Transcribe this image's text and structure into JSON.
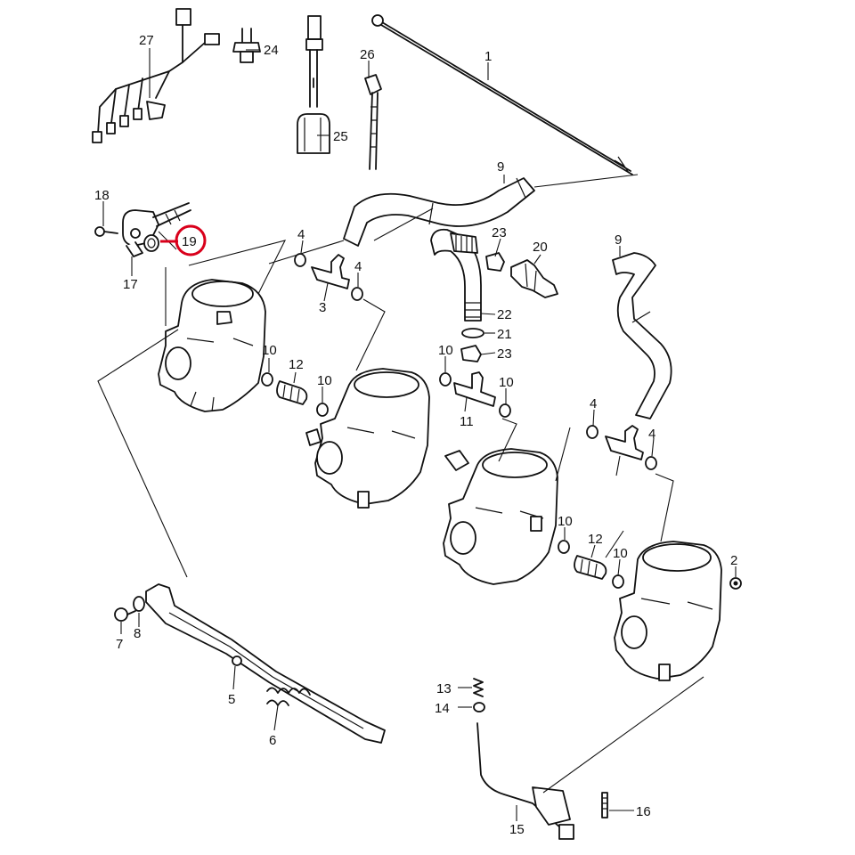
{
  "diagram": {
    "highlight_color": "#d9001b",
    "line_color": "#111111",
    "callouts": {
      "p1": "1",
      "p2": "2",
      "p3": "3",
      "p4a": "4",
      "p4b": "4",
      "p4c": "4",
      "p4d": "4",
      "p5": "5",
      "p6": "6",
      "p7": "7",
      "p8": "8",
      "p9a": "9",
      "p9b": "9",
      "p10a": "10",
      "p10b": "10",
      "p10c": "10",
      "p10d": "10",
      "p10e": "10",
      "p10f": "10",
      "p11": "11",
      "p12a": "12",
      "p12b": "12",
      "p13": "13",
      "p14": "14",
      "p15": "15",
      "p16": "16",
      "p17": "17",
      "p18": "18",
      "p19": "19",
      "p20": "20",
      "p21": "21",
      "p22": "22",
      "p23a": "23",
      "p23b": "23",
      "p24": "24",
      "p25": "25",
      "p26": "26",
      "p27": "27"
    }
  }
}
